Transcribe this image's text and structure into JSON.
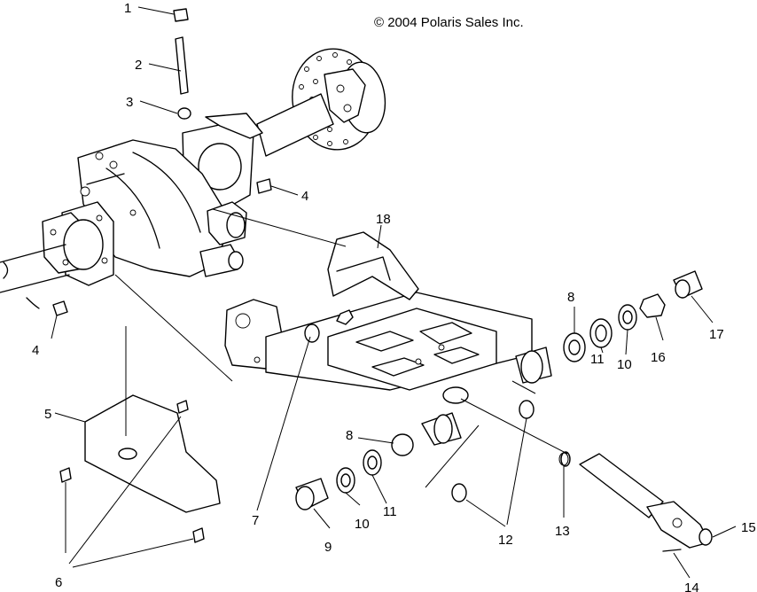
{
  "copyright": "© 2004 Polaris Sales Inc.",
  "callouts": [
    {
      "id": "c1",
      "label": "1"
    },
    {
      "id": "c2",
      "label": "2"
    },
    {
      "id": "c3",
      "label": "3"
    },
    {
      "id": "c4a",
      "label": "4"
    },
    {
      "id": "c4b",
      "label": "4"
    },
    {
      "id": "c5",
      "label": "5"
    },
    {
      "id": "c6",
      "label": "6"
    },
    {
      "id": "c7",
      "label": "7"
    },
    {
      "id": "c8a",
      "label": "8"
    },
    {
      "id": "c8b",
      "label": "8"
    },
    {
      "id": "c9",
      "label": "9"
    },
    {
      "id": "c10a",
      "label": "10"
    },
    {
      "id": "c10b",
      "label": "10"
    },
    {
      "id": "c11a",
      "label": "11"
    },
    {
      "id": "c11b",
      "label": "11"
    },
    {
      "id": "c12",
      "label": "12"
    },
    {
      "id": "c13",
      "label": "13"
    },
    {
      "id": "c14",
      "label": "14"
    },
    {
      "id": "c15",
      "label": "15"
    },
    {
      "id": "c16",
      "label": "16"
    },
    {
      "id": "c17",
      "label": "17"
    },
    {
      "id": "c18",
      "label": "18"
    }
  ]
}
